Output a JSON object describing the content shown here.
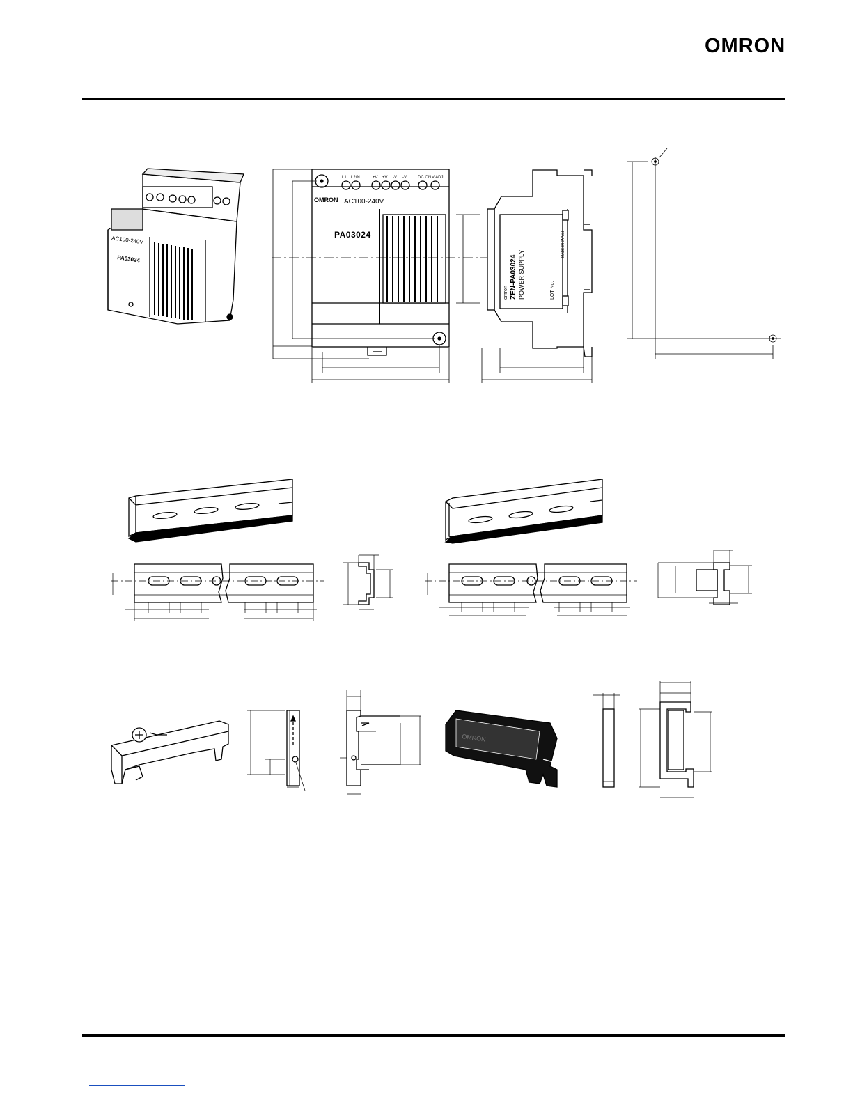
{
  "header": {
    "logo_text": "OMRON"
  },
  "product_label": {
    "voltage": "AC100-240V",
    "model": "PA03024",
    "front_terminals": [
      "L1",
      "L2/N",
      "+V",
      "+V",
      "-V",
      "-V"
    ],
    "indicator_labels": [
      "DC ON",
      "V.ADJ"
    ],
    "iso_model": "PA03024",
    "side_label": {
      "brand": "omron",
      "model": "ZEN-PA03024",
      "type": "POWER SUPPLY",
      "made_in": "MADE IN JAPAN",
      "lot": "LOT No."
    }
  },
  "endcover_brand": "OMRON",
  "colors": {
    "ink": "#000000",
    "link": "#1a4fbf"
  }
}
